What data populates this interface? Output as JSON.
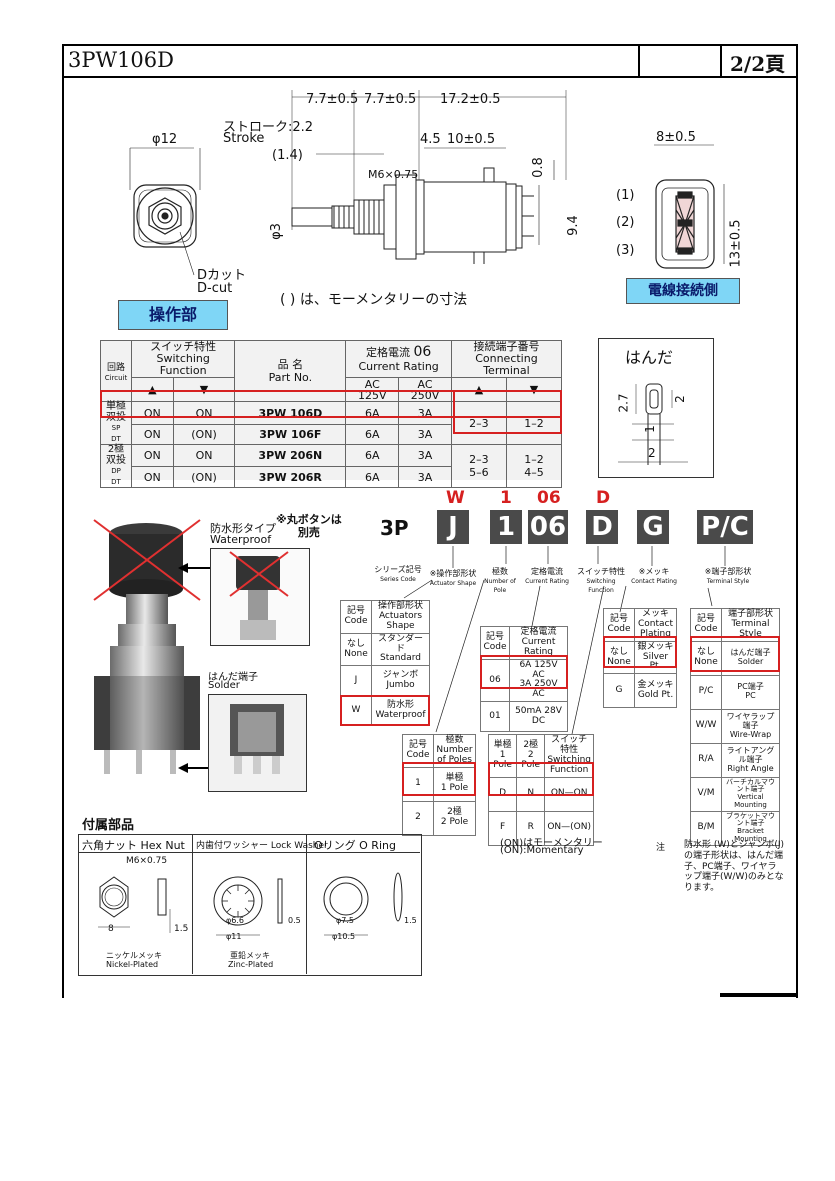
{
  "header": {
    "title": "3PW106D",
    "page": "2/2頁"
  },
  "drawing": {
    "dims_top": [
      "7.7±0.5",
      "7.7±0.5",
      "17.2±0.5"
    ],
    "stroke_label_jp": "ストローク:2.2",
    "stroke_label_en": "Stroke",
    "stroke_moment": "(1.4)",
    "dim_45": "4.5",
    "dim_10": "10±0.5",
    "dim_08": "0.8",
    "dim_94": "9.4",
    "dim_phi3": "φ3",
    "thread": "M6×0.75",
    "phi12": "φ12",
    "dcut_jp": "Dカット",
    "dcut_en": "D-cut",
    "note": "(  ) は、モーメンタリーの寸法",
    "operating_label": "操作部",
    "terminal_side_label": "電線接続側",
    "dim_8": "8±0.5",
    "dim_13": "13±0.5",
    "terminals": [
      "(1)",
      "(2)",
      "(3)"
    ]
  },
  "spec_table": {
    "circuit_jp": "回路",
    "circuit_en": "Circuit",
    "switching_jp": "スイッチ特性",
    "switching_en": "Switching Function",
    "part_jp": "品 名",
    "part_en": "Part No.",
    "current_jp": "定格電流",
    "current_en": "Current Rating",
    "current_code": "06",
    "ac125": "AC",
    "ac125v": "125V",
    "ac250": "AC",
    "ac250v": "250V",
    "terminal_jp": "接続端子番号",
    "terminal_en": "Connecting Terminal",
    "spdt_jp": "単極\n双投",
    "spdt_en": "SP\nDT",
    "dpdt_jp": "2極\n双投",
    "dpdt_en": "DP\nDT",
    "rows": [
      {
        "sw1": "ON",
        "sw2": "ON",
        "part": "3PW 106D",
        "a125": "6A",
        "a250": "3A"
      },
      {
        "sw1": "ON",
        "sw2": "(ON)",
        "part": "3PW 106F",
        "a125": "6A",
        "a250": "3A"
      },
      {
        "sw1": "ON",
        "sw2": "ON",
        "part": "3PW 206N",
        "a125": "6A",
        "a250": "3A"
      },
      {
        "sw1": "ON",
        "sw2": "(ON)",
        "part": "3PW 206R",
        "a125": "6A",
        "a250": "3A"
      }
    ],
    "term_sp1": "2–3",
    "term_sp2": "1–2",
    "term_dp1": "2–3\n5–6",
    "term_dp2": "1–2\n4–5"
  },
  "solder_box": {
    "title": "はんだ",
    "d27": "2.7",
    "d2a": "2",
    "d1": "1",
    "d2b": "2"
  },
  "photos": {
    "waterproof_jp": "防水形タイプ",
    "waterproof_en": "Waterproof",
    "cap_note": "※丸ボタンは\n別売",
    "solder_jp": "はんだ端子",
    "solder_en": "Solder"
  },
  "ordering": {
    "prefix": "3P",
    "red_codes": [
      "W",
      "1",
      "06",
      "D"
    ],
    "boxes": [
      "J",
      "1",
      "06",
      "D",
      "G",
      "P/C"
    ],
    "labels": [
      {
        "jp": "シリーズ記号",
        "en": "Series Code"
      },
      {
        "jp": "※操作部形状",
        "en": "Actuator Shape"
      },
      {
        "jp": "極数",
        "en": "Number of Pole"
      },
      {
        "jp": "定格電流",
        "en": "Current Rating"
      },
      {
        "jp": "スイッチ特性",
        "en": "Switching Function"
      },
      {
        "jp": "※メッキ",
        "en": "Contact Plating"
      },
      {
        "jp": "※端子部形状",
        "en": "Terminal Style"
      }
    ]
  },
  "actuator_table": {
    "h1": "記号\nCode",
    "h2": "操作部形状\nActuators Shape",
    "rows": [
      [
        "なし\nNone",
        "スタンダード\nStandard"
      ],
      [
        "J",
        "ジャンボ\nJumbo"
      ],
      [
        "W",
        "防水形\nWaterproof"
      ]
    ]
  },
  "current_table": {
    "h1": "記号\nCode",
    "h2": "定格電流\nCurrent Rating",
    "rows": [
      [
        "06",
        "6A 125V AC\n3A 250V AC"
      ],
      [
        "01",
        "50mA 28V DC"
      ]
    ]
  },
  "pole_table": {
    "h1": "記号\nCode",
    "h2": "極数\nNumber of Poles",
    "rows": [
      [
        "1",
        "単極\n1 Pole"
      ],
      [
        "2",
        "2極\n2 Pole"
      ]
    ]
  },
  "switch_table": {
    "h1": "単極\n1 Pole",
    "h2": "2極\n2 Pole",
    "h3": "スイッチ特性\nSwitching Function",
    "rows": [
      [
        "D",
        "N",
        "ON—ON"
      ],
      [
        "F",
        "R",
        "ON—(ON)"
      ]
    ],
    "note1": "(ON)はモーメンタリー",
    "note2": "(ON):Momentary"
  },
  "plating_table": {
    "h1": "記号\nCode",
    "h2": "メッキ\nContact Plating",
    "rows": [
      [
        "なし\nNone",
        "銀メッキ\nSilver Pt."
      ],
      [
        "G",
        "金メッキ\nGold Pt."
      ]
    ]
  },
  "terminal_table": {
    "h1": "記号\nCode",
    "h2": "端子部形状\nTerminal Style",
    "rows": [
      [
        "なし\nNone",
        "はんだ端子\nSolder"
      ],
      [
        "P/C",
        "PC端子\nPC"
      ],
      [
        "W/W",
        "ワイヤラップ端子\nWire-Wrap"
      ],
      [
        "R/A",
        "ライトアングル端子\nRight Angle"
      ],
      [
        "V/M",
        "バーチカルマウント端子\nVertical Mounting"
      ],
      [
        "B/M",
        "ブラケットマウント端子\nBracket Mounting"
      ]
    ]
  },
  "remark": {
    "mark": "注",
    "text": "防水形 (W)とジャンボ(J)の端子形状は、はんだ端子、PC端子、ワイヤラップ端子(W/W)のみとなります。"
  },
  "accessories": {
    "title": "付属部品",
    "hexnut": "六角ナット Hex Nut",
    "washer": "内歯付ワッシャー Lock Washer",
    "oring": "Oリング O Ring",
    "m6": "M6×0.75",
    "d8": "8",
    "d15": "1.5",
    "nickel_jp": "ニッケルメッキ",
    "nickel_en": "Nickel-Plated",
    "phi66": "φ6.6",
    "phi11": "φ11",
    "d05": "0.5",
    "zinc_jp": "亜鉛メッキ",
    "zinc_en": "Zinc-Plated",
    "phi75": "φ7.5",
    "phi105": "φ10.5",
    "d15b": "1.5"
  }
}
